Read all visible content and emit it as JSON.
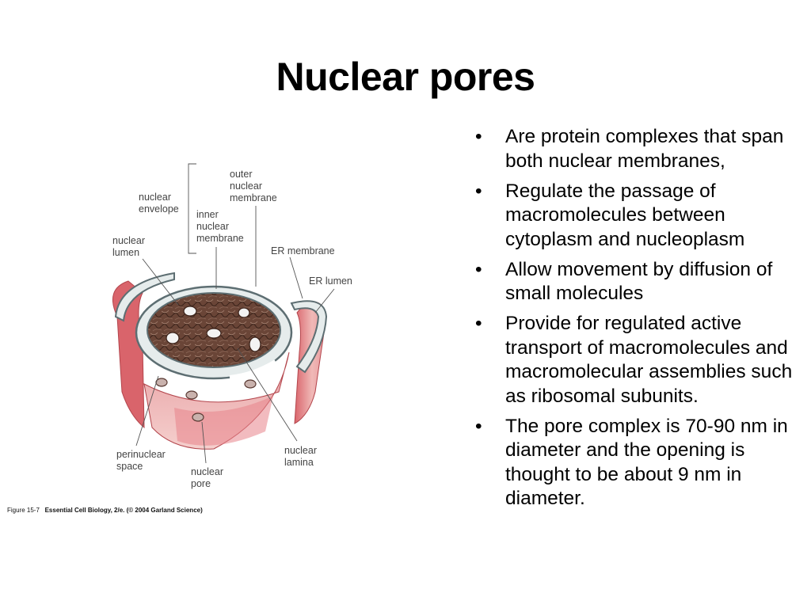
{
  "slide": {
    "title": "Nuclear pores",
    "bullets": [
      {
        "marker": "•",
        "text": "Are protein complexes that span both nuclear membranes,"
      },
      {
        "marker": "•",
        "text": "Regulate the passage of macromolecules between cytoplasm and nucleoplasm"
      },
      {
        "marker": "•",
        "text": "Allow movement by diffusion of small molecules"
      },
      {
        "marker": "•",
        "text": "Provide for regulated active transport of macromolecules and macromolecular assemblies such as ribosomal subunits."
      },
      {
        "marker": "•",
        "text": "The pore complex is 70-90 nm in diameter and the opening is thought to be about 9 nm in diameter."
      }
    ]
  },
  "diagram": {
    "labels": {
      "outer_membrane": [
        "outer",
        "nuclear",
        "membrane"
      ],
      "nuclear_envelope": [
        "nuclear",
        "envelope"
      ],
      "inner_membrane": [
        "inner",
        "nuclear",
        "membrane"
      ],
      "nuclear_lumen": [
        "nuclear",
        "lumen"
      ],
      "er_membrane": [
        "ER membrane"
      ],
      "er_lumen": [
        "ER lumen"
      ],
      "perinuclear_space": [
        "perinuclear",
        "space"
      ],
      "nuclear_pore": [
        "nuclear",
        "pore"
      ],
      "nuclear_lamina": [
        "nuclear",
        "lamina"
      ]
    },
    "colors": {
      "membrane_red": "#d9646b",
      "membrane_light": "#f0b9b7",
      "membrane_edge": "#b3454c",
      "lumen_grey": "#e6ecec",
      "lumen_edge": "#5d6e72",
      "nucleoplasm": "#6a4537"
    }
  },
  "caption": {
    "figure": "Figure 15-7",
    "source": "Essential Cell Biology, 2/e. (© 2004 Garland Science)"
  }
}
